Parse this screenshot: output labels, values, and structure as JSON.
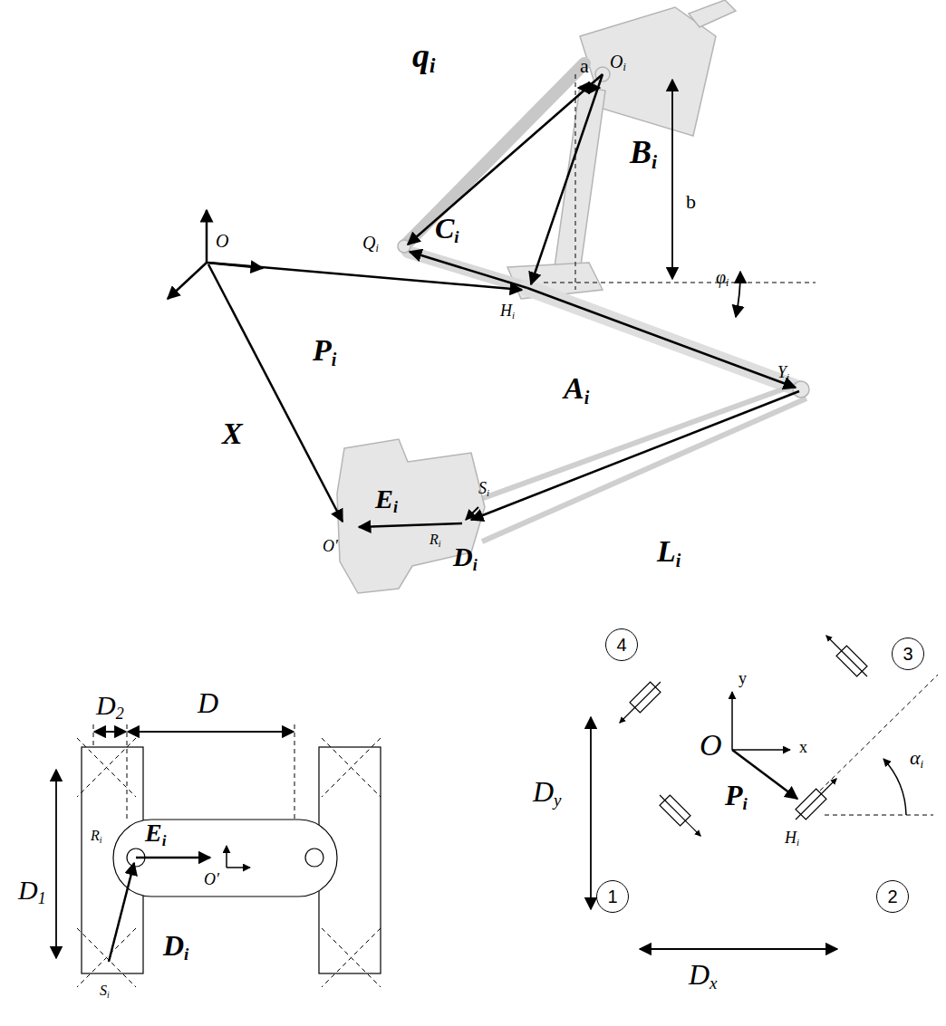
{
  "diagram": {
    "nodes": [
      {
        "text": [
          "4"
        ]
      },
      {
        "text": [
          "3"
        ]
      },
      {
        "text": [
          "1"
        ]
      },
      {
        "text": [
          "2"
        ]
      }
    ],
    "labels": [
      "a",
      "q",
      "i",
      "O",
      "i",
      "b",
      "B",
      "i",
      "Q",
      "i",
      "C",
      "i",
      "O",
      "P",
      "i",
      "H",
      "i",
      "φ",
      "i",
      "A",
      "i",
      "Y",
      "i",
      "X",
      "S",
      "i",
      "L",
      "i",
      "E",
      "i",
      "O′",
      "R",
      "i",
      "D",
      "i",
      "D",
      "2",
      "D",
      "D",
      "1",
      "R",
      "i",
      "E",
      "i",
      "O′",
      "D",
      "i",
      "S",
      "i",
      "D",
      "y",
      "y",
      "O",
      "x",
      "P",
      "i",
      "α",
      "i",
      "H",
      "i",
      "D",
      "x"
    ]
  }
}
